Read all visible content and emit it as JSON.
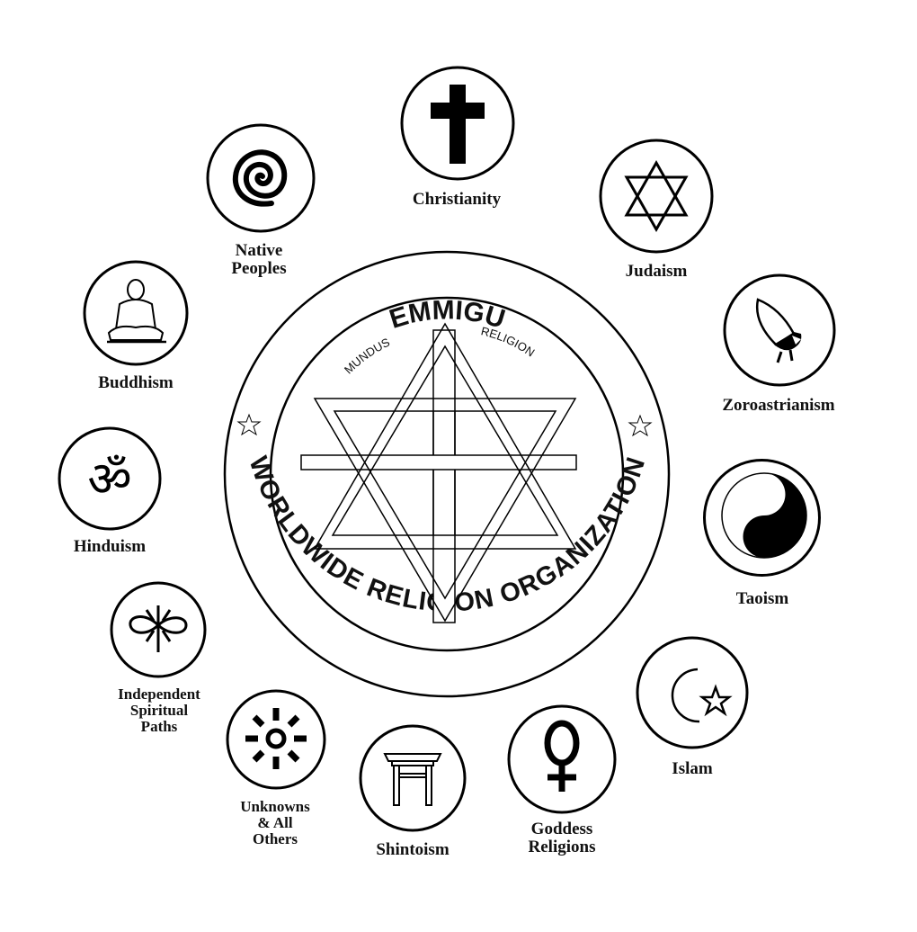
{
  "seal": {
    "top_text": "EMMIGU",
    "bottom_text": "WORLDWIDE RELIGION ORGANIZATION",
    "inner_left": "MUNDUS",
    "inner_right": "RELIGION"
  },
  "religions": [
    {
      "id": "christianity",
      "label": "Christianity",
      "icon": "latin-cross"
    },
    {
      "id": "judaism",
      "label": "Judaism",
      "icon": "star-of-david"
    },
    {
      "id": "zoroastrianism",
      "label": "Zoroastrianism",
      "icon": "zoroastrian-priest-head"
    },
    {
      "id": "taoism",
      "label": "Taoism",
      "icon": "yin-yang"
    },
    {
      "id": "islam",
      "label": "Islam",
      "icon": "crescent-and-star"
    },
    {
      "id": "goddess",
      "label": "Goddess\nReligions",
      "icon": "venus-symbol"
    },
    {
      "id": "shintoism",
      "label": "Shintoism",
      "icon": "torii-gate"
    },
    {
      "id": "unknowns",
      "label": "Unknowns\n& All\nOthers",
      "icon": "sun-rays"
    },
    {
      "id": "independent",
      "label": "Independent\nSpiritual\nPaths",
      "icon": "infinity-burst"
    },
    {
      "id": "hinduism",
      "label": "Hinduism",
      "icon": "om"
    },
    {
      "id": "buddhism",
      "label": "Buddhism",
      "icon": "seated-buddha"
    },
    {
      "id": "native",
      "label": "Native\nPeoples",
      "icon": "spiral"
    }
  ]
}
